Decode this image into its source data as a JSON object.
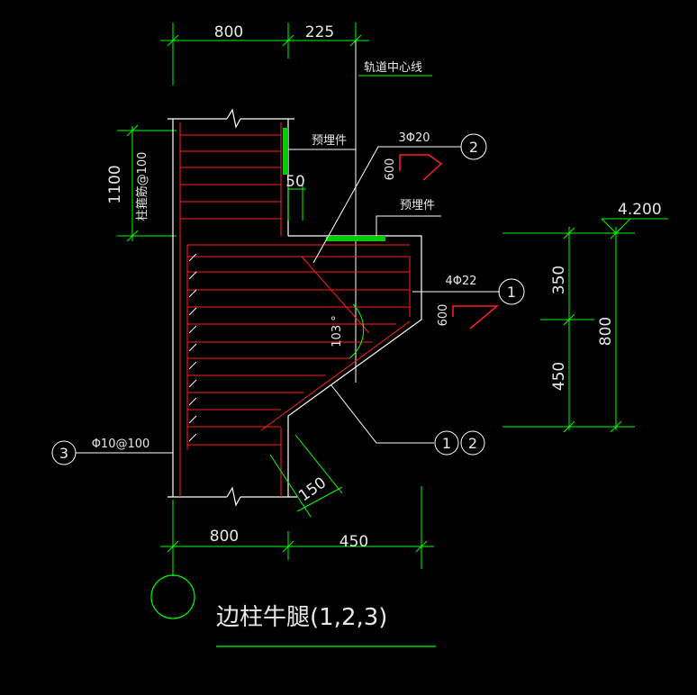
{
  "dimensions": {
    "top_column_width": "800",
    "top_offset": "225",
    "bottom_column_width": "800",
    "bottom_corbel_width": "450",
    "left_height": "1100",
    "right_upper": "350",
    "right_lower": "450",
    "right_total": "800",
    "notch": "50",
    "chamfer": "150",
    "bar_length_2": "600",
    "bar_length_1": "600"
  },
  "labels": {
    "track_centerline": "轨道中心线",
    "embedded_part_upper": "预埋件",
    "embedded_part_lower": "预埋件",
    "stirrup_note": "柱箍筋@100",
    "bar_2_spec": "3Φ20",
    "bar_1_spec": "4Φ22",
    "bar_3_spec": "Φ10@100",
    "angle": "103 °",
    "elevation": "4.200"
  },
  "balloons": {
    "b1": "1",
    "b2": "2",
    "b3": "3",
    "b12_a": "1",
    "b12_b": "2"
  },
  "title": "边柱牛腿(1,2,3)"
}
